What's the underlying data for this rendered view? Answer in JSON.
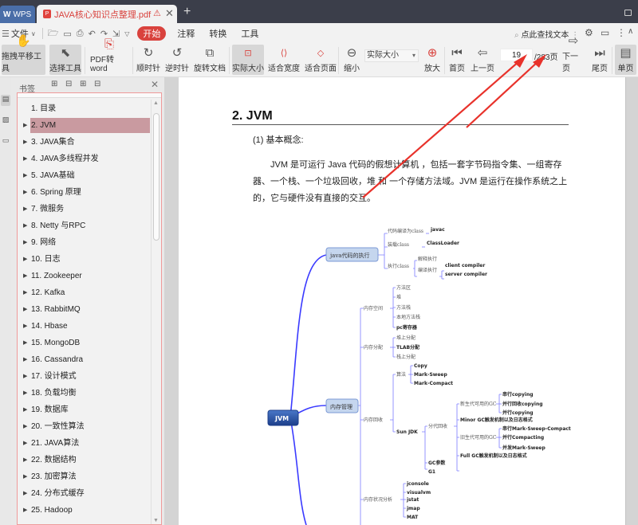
{
  "titlebar": {
    "app_tab": "WPS",
    "doc_tab": "JAVA核心知识点整理.pdf",
    "new_tab": "+"
  },
  "menubar": {
    "file": "文件",
    "tabs": [
      "开始",
      "注释",
      "转换",
      "工具"
    ],
    "search_placeholder": "点此查找文本"
  },
  "toolbar": {
    "hand_tool": "拖拽平移工具",
    "select_tool": "选择工具",
    "pdf_to_word": "PDF转word",
    "rotate_cw": "顺时针",
    "rotate_ccw": "逆时针",
    "rotate_doc": "旋转文档",
    "actual_size": "实际大小",
    "fit_width": "适合宽度",
    "fit_page": "适合页面",
    "zoom_out": "缩小",
    "zoom_select": "实际大小",
    "zoom_in": "放大",
    "first_page": "首页",
    "prev_page": "上一页",
    "current_page": "19",
    "total_pages": "/283页",
    "next_page": "下一页",
    "last_page": "尾页",
    "single_page": "单页"
  },
  "bookmarks": {
    "title": "书签",
    "items": [
      {
        "label": "1. 目录",
        "expandable": false,
        "selected": false
      },
      {
        "label": "2. JVM",
        "expandable": true,
        "selected": true
      },
      {
        "label": "3. JAVA集合",
        "expandable": true,
        "selected": false
      },
      {
        "label": "4. JAVA多线程并发",
        "expandable": true,
        "selected": false
      },
      {
        "label": "5. JAVA基础",
        "expandable": true,
        "selected": false
      },
      {
        "label": "6. Spring 原理",
        "expandable": true,
        "selected": false
      },
      {
        "label": "7.    微服务",
        "expandable": true,
        "selected": false
      },
      {
        "label": "8. Netty 与RPC",
        "expandable": true,
        "selected": false
      },
      {
        "label": "9. 网络",
        "expandable": true,
        "selected": false
      },
      {
        "label": "10. 日志",
        "expandable": true,
        "selected": false
      },
      {
        "label": "11. Zookeeper",
        "expandable": true,
        "selected": false
      },
      {
        "label": "12. Kafka",
        "expandable": true,
        "selected": false
      },
      {
        "label": "13. RabbitMQ",
        "expandable": true,
        "selected": false
      },
      {
        "label": "14. Hbase",
        "expandable": true,
        "selected": false
      },
      {
        "label": "15. MongoDB",
        "expandable": true,
        "selected": false
      },
      {
        "label": "16. Cassandra",
        "expandable": true,
        "selected": false
      },
      {
        "label": "17. 设计模式",
        "expandable": true,
        "selected": false
      },
      {
        "label": "18. 负载均衡",
        "expandable": true,
        "selected": false
      },
      {
        "label": "19. 数据库",
        "expandable": true,
        "selected": false
      },
      {
        "label": "20. 一致性算法",
        "expandable": true,
        "selected": false
      },
      {
        "label": "21. JAVA算法",
        "expandable": true,
        "selected": false
      },
      {
        "label": "22. 数据结构",
        "expandable": true,
        "selected": false
      },
      {
        "label": "23. 加密算法",
        "expandable": true,
        "selected": false
      },
      {
        "label": "24. 分布式缓存",
        "expandable": true,
        "selected": false
      },
      {
        "label": "25. Hadoop",
        "expandable": true,
        "selected": false
      }
    ]
  },
  "document": {
    "heading": "2. JVM",
    "subheading": "(1) 基本概念:",
    "paragraph": "JVM 是可运行 Java 代码的假想计算机 ，包括一套字节码指令集、一组寄存器、一个栈、一个垃圾回收，堆 和 一个存储方法域。JVM 是运行在操作系统之上的，它与硬件没有直接的交互。",
    "mindmap": {
      "root": "JVM",
      "java_exec": "java代码的执行",
      "compile": "代码编译为class",
      "javac": "javac",
      "load": "装载class",
      "classloader": "ClassLoader",
      "execute": "执行class",
      "interpret": "解释执行",
      "compile_exec": "编译执行",
      "client": "client compiler",
      "server": "server compiler",
      "mem_mgmt": "内存管理",
      "mem_space": "内存空间",
      "method_area": "方法区",
      "heap": "堆",
      "method_stack": "方法栈",
      "native_stack": "本地方法栈",
      "pc": "pc寄存器",
      "mem_alloc": "内存分配",
      "heap_alloc": "堆上分配",
      "tlab": "TLAB分配",
      "stack_alloc": "栈上分配",
      "gc": "内存回收",
      "algo": "算法",
      "copy": "Copy",
      "mark_sweep": "Mark-Sweep",
      "mark_compact": "Mark-Compact",
      "sunjdk": "Sun JDK",
      "gen_gc": "分代回收",
      "young_gc": "新生代可用的GC",
      "serial_copying": "串行copying",
      "parallel_gc_copying": "并行回收copying",
      "parallel_copying": "并行copying",
      "minor_gc": "Minor GC触发机制以及日志格式",
      "old_gc": "旧生代可用的GC",
      "serial_msc": "串行Mark-Sweep-Compact",
      "parallel_compacting": "并行Compacting",
      "concurrent_ms": "并发Mark-Sweep",
      "full_gc": "Full GC触发机制以及日志格式",
      "gc_params": "GC参数",
      "g1": "G1",
      "mem_analysis": "内存状况分析",
      "jconsole": "jconsole",
      "visualvm": "visualvm",
      "jstat": "jstat",
      "jmap": "jmap",
      "mat": "MAT"
    }
  },
  "colors": {
    "accent": "#d9423d",
    "selected_bookmark": "#c99aa0",
    "annotation_arrow": "#e8322b",
    "mindmap_line": "#3a3aff"
  }
}
